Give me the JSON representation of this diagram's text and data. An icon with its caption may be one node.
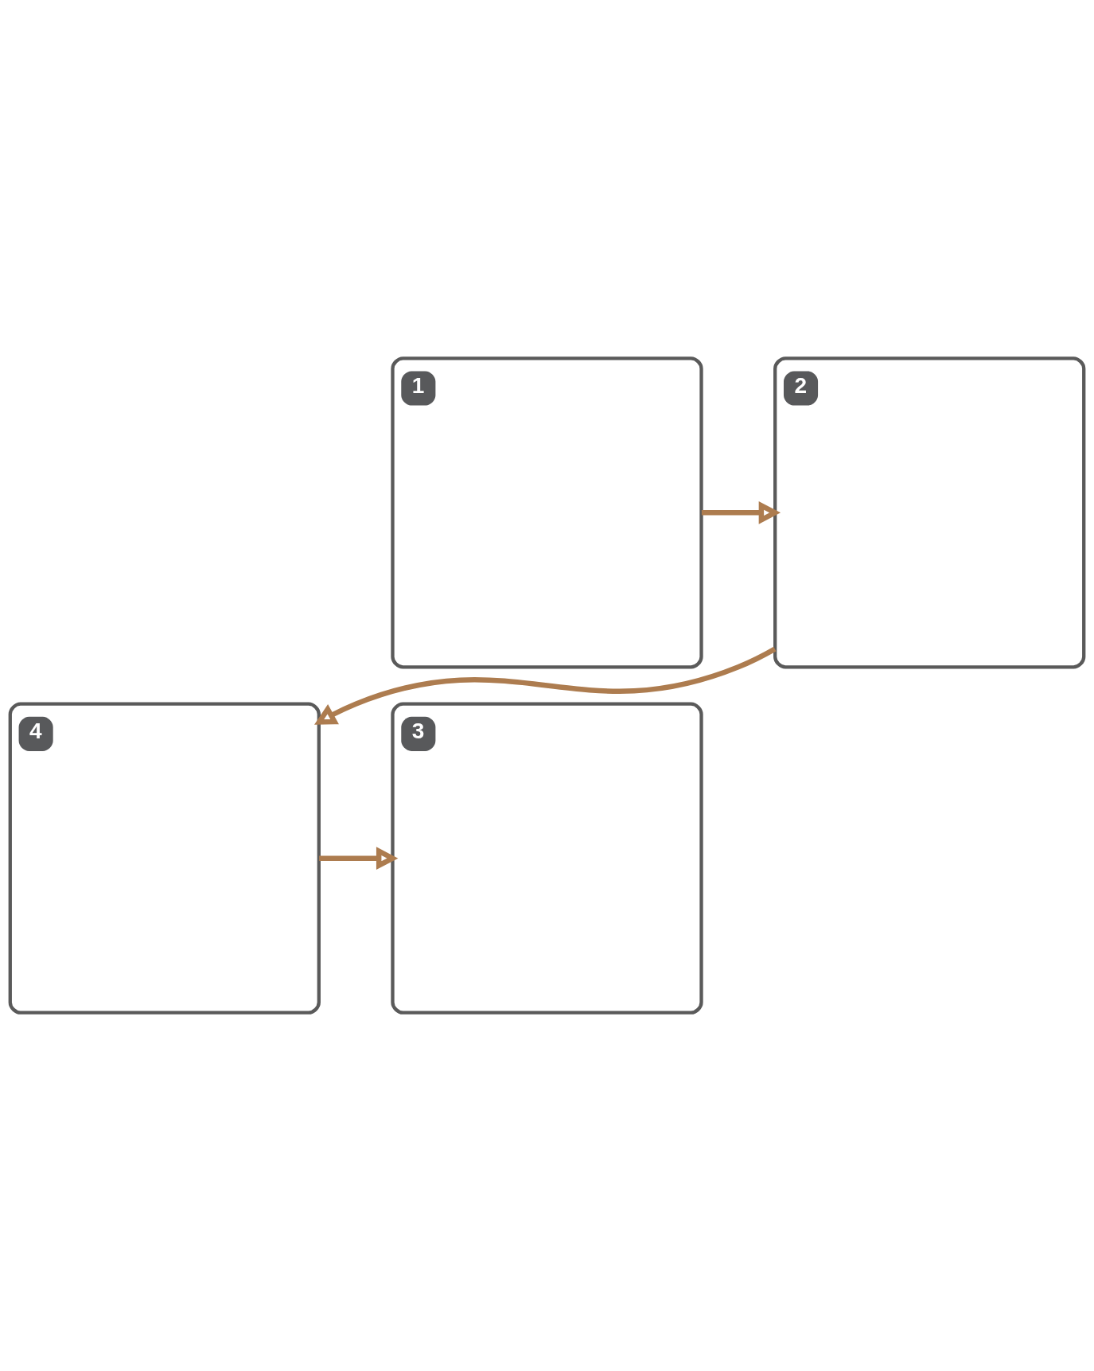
{
  "diagram": {
    "nodes": [
      {
        "text": [
          "1"
        ]
      },
      {
        "text": [
          "2"
        ]
      },
      {
        "text": [
          "3"
        ]
      },
      {
        "text": [
          "4"
        ]
      }
    ],
    "edges": [
      {
        "from": 0,
        "to": 1,
        "arrow": "to"
      },
      {
        "from": 1,
        "to": 3,
        "arrow": "to"
      },
      {
        "from": 3,
        "to": 2,
        "arrow": "to"
      }
    ]
  }
}
